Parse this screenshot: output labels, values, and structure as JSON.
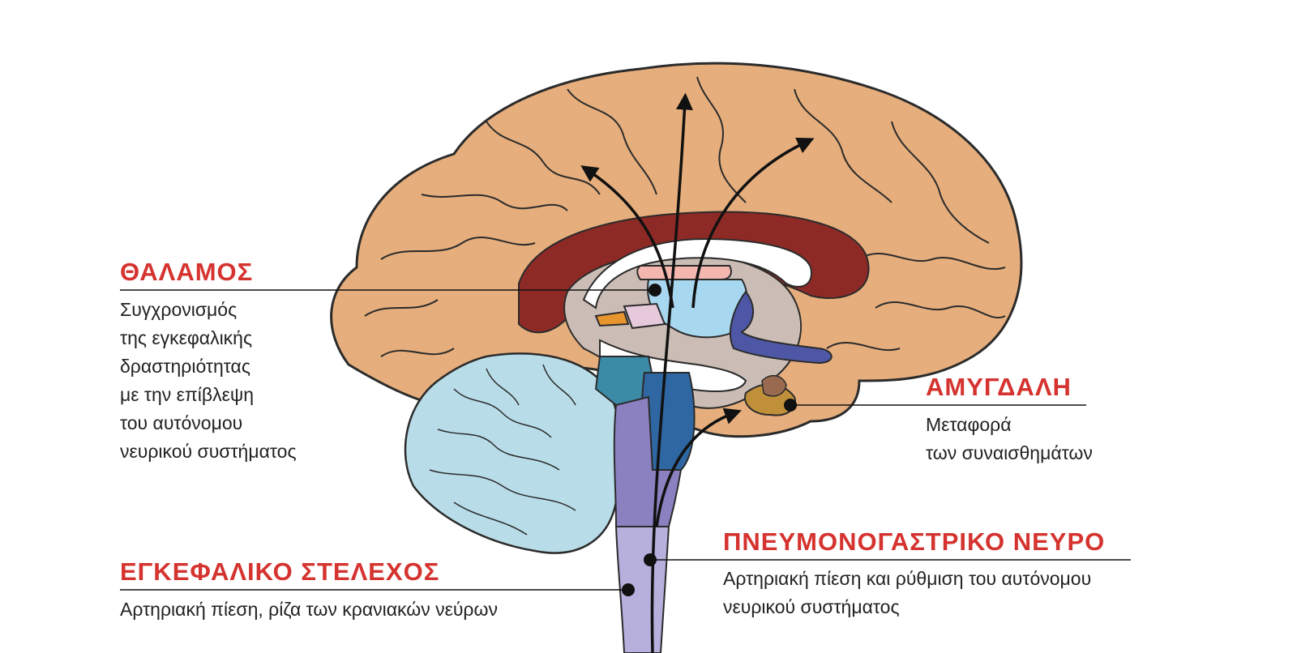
{
  "colors": {
    "label_title": "#d5332f",
    "cortex": "#e6ae7c",
    "cortex_outline": "#2b2b2b",
    "cingulate": "#8e2a26",
    "cerebellum": "#b9dde8",
    "thalamus": "#a8d8ef",
    "brainstem": "#a9a0d0",
    "amygdala": "#c08f3a",
    "arrows": "#111111"
  },
  "labels": {
    "thalamus": {
      "title": "ΘΑΛΑΜΟΣ",
      "description": "Συγχρονισμός\nτης εγκεφαλικής\nδραστηριότητας\nμε την επίβλεψη\nτου αυτόνομου\nνευρικού συστήματος"
    },
    "amygdala": {
      "title": "ΑΜΥΓΔΑΛΗ",
      "description": "Μεταφορά\nτων συναισθημάτων"
    },
    "vagus_nerve": {
      "title": "ΠΝΕΥΜΟΝΟΓΑΣΤΡΙΚΟ ΝΕΥΡΟ",
      "description": "Αρτηριακή πίεση και ρύθμιση του αυτόνομου\nνευρικού συστήματος"
    },
    "brainstem": {
      "title": "ΕΓΚΕΦΑΛΙΚΟ ΣΤΕΛΕΧΟΣ",
      "description": "Αρτηριακή πίεση, ρίζα των κρανιακών νεύρων"
    }
  }
}
